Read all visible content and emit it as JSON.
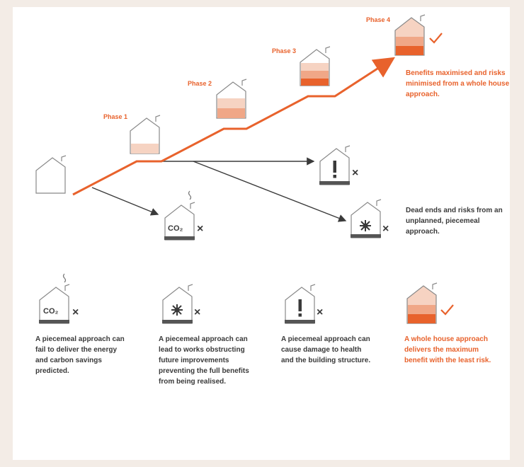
{
  "phases": [
    "Phase 1",
    "Phase 2",
    "Phase 3",
    "Phase 4"
  ],
  "co2_label": "CO₂",
  "fail_mark": "×",
  "success_mark": "✓",
  "diagram_notes": {
    "benefits": "Benefits maximised and risks minimised from a whole house approach.",
    "dead_ends": "Dead ends and risks from an unplanned, piecemeal approach."
  },
  "captions": [
    "A piecemeal approach can fail to deliver the energy and carbon savings predicted.",
    "A piecemeal approach can lead to works obstructing future improvements preventing the full benefits from being realised.",
    "A piecemeal approach can cause damage to health and the building structure.",
    "A whole house approach delivers the maximum benefit with the least risk."
  ],
  "colors": {
    "accent": "#e8622c",
    "fill_light": "#f6d3c2",
    "fill_mid": "#f0a787",
    "fill_strong": "#e8622c",
    "line_dark": "#3a3a3a"
  },
  "icons": [
    "house-icon",
    "co2-icon",
    "warning-icon",
    "obstruction-icon",
    "check-icon",
    "cross-icon"
  ]
}
